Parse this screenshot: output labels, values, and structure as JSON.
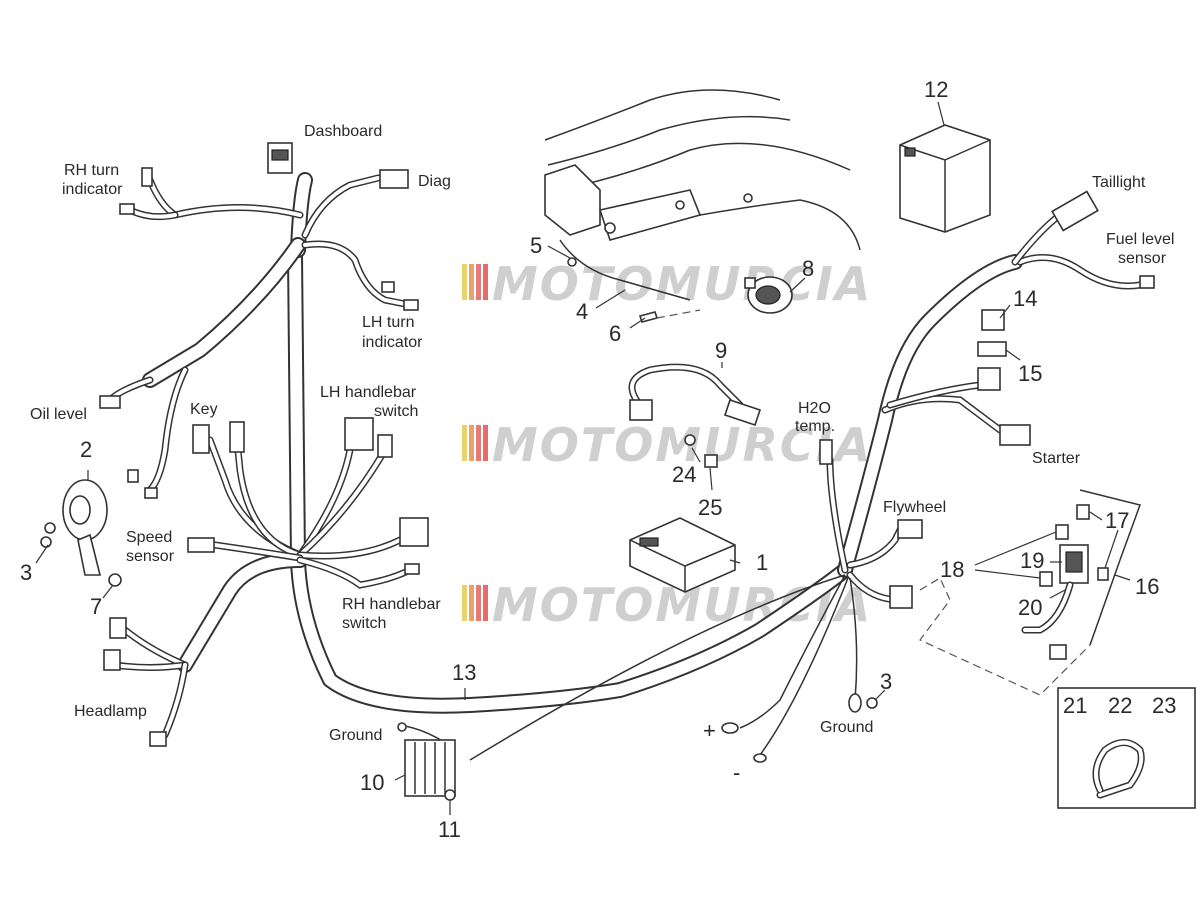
{
  "watermark": "MOTOMURCIA",
  "labels": {
    "dashboard": "Dashboard",
    "diag": "Diag",
    "rh_turn_1": "RH turn",
    "rh_turn_2": "indicator",
    "lh_turn_1": "LH turn",
    "lh_turn_2": "indicator",
    "oil_level": "Oil level",
    "key": "Key",
    "lh_handlebar_1": "LH handlebar",
    "lh_handlebar_2": "switch",
    "speed_1": "Speed",
    "speed_2": "sensor",
    "rh_handlebar_1": "RH handlebar",
    "rh_handlebar_2": "switch",
    "headlamp": "Headlamp",
    "ground_left": "Ground",
    "ground_right": "Ground",
    "h2o_1": "H2O",
    "h2o_2": "temp.",
    "flywheel": "Flywheel",
    "taillight": "Taillight",
    "fuel_1": "Fuel level",
    "fuel_2": "sensor",
    "starter": "Starter",
    "plus": "+",
    "minus": "-"
  },
  "callouts": {
    "n1": "1",
    "n2": "2",
    "n3a": "3",
    "n3b": "3",
    "n4": "4",
    "n5": "5",
    "n6": "6",
    "n7": "7",
    "n8": "8",
    "n9": "9",
    "n10": "10",
    "n11": "11",
    "n12": "12",
    "n13": "13",
    "n14": "14",
    "n15": "15",
    "n16": "16",
    "n17": "17",
    "n18": "18",
    "n19": "19",
    "n20": "20",
    "n21": "21",
    "n22": "22",
    "n23": "23",
    "n24": "24",
    "n25": "25"
  }
}
